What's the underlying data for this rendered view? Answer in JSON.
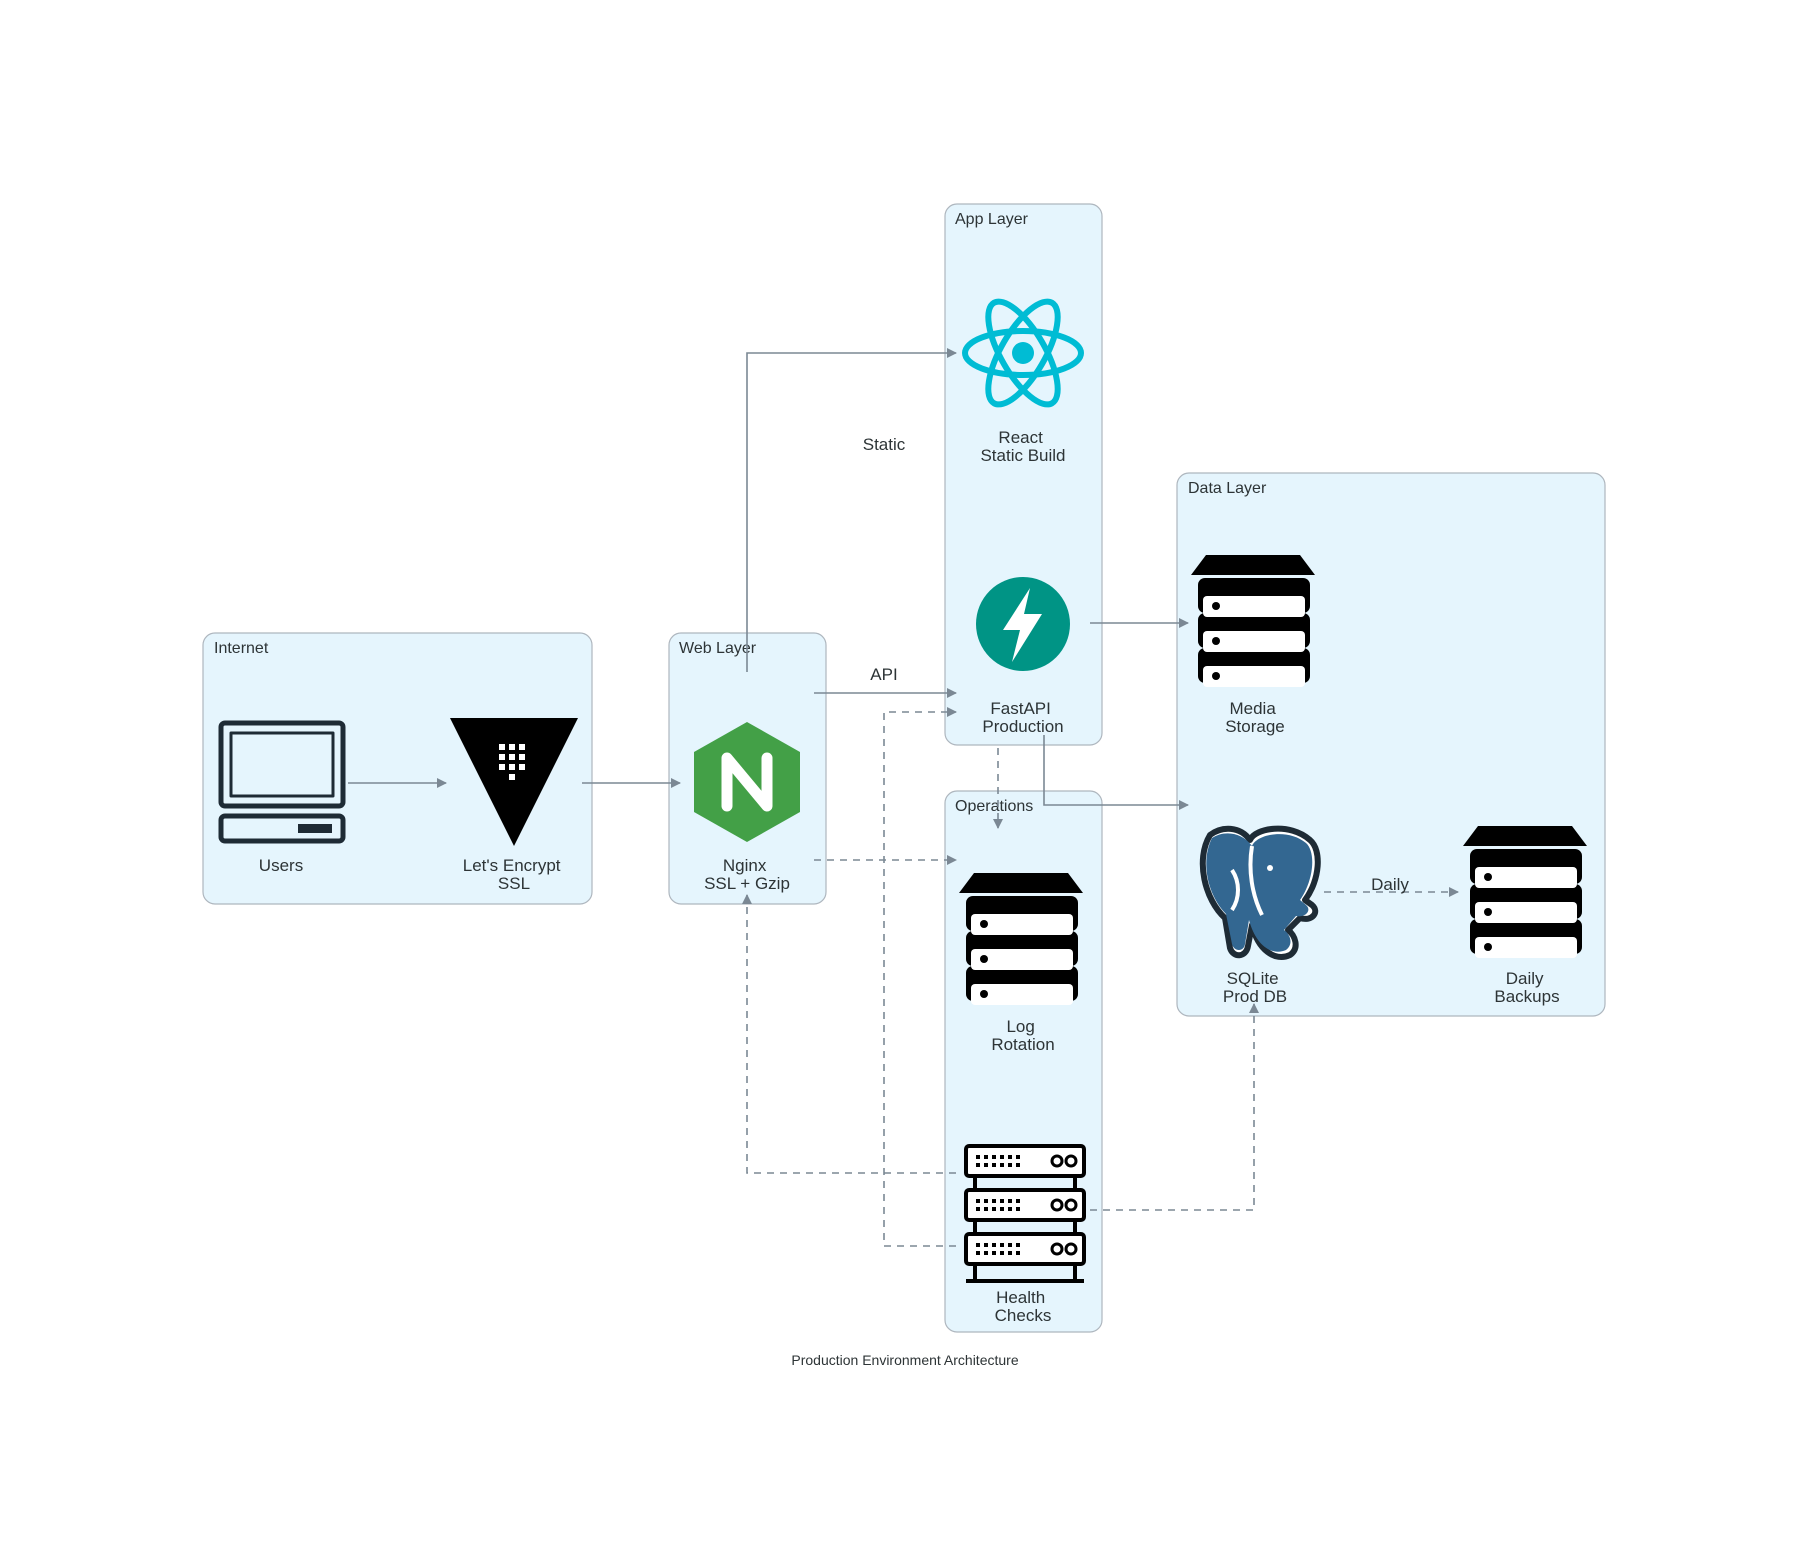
{
  "diagram": {
    "caption": "Production Environment Architecture",
    "clusters": {
      "internet": "Internet",
      "web": "Web Layer",
      "app": "App Layer",
      "data": "Data Layer",
      "operations": "Operations"
    },
    "nodes": {
      "users": {
        "label": [
          "Users"
        ],
        "icon": "laptop-icon"
      },
      "letsencrypt": {
        "label": [
          "Let's Encrypt",
          "SSL"
        ],
        "icon": "vault-triangle-icon"
      },
      "nginx": {
        "label": [
          "Nginx",
          "SSL + Gzip"
        ],
        "icon": "nginx-icon"
      },
      "react": {
        "label": [
          "React",
          "Static Build"
        ],
        "icon": "react-icon"
      },
      "fastapi": {
        "label": [
          "FastAPI",
          "Production"
        ],
        "icon": "fastapi-icon"
      },
      "media": {
        "label": [
          "Media",
          "Storage"
        ],
        "icon": "storage-icon"
      },
      "sqlite": {
        "label": [
          "SQLite",
          "Prod DB"
        ],
        "icon": "postgres-elephant-icon"
      },
      "backups": {
        "label": [
          "Daily",
          "Backups"
        ],
        "icon": "storage-icon"
      },
      "logs": {
        "label": [
          "Log",
          "Rotation"
        ],
        "icon": "storage-icon"
      },
      "health": {
        "label": [
          "Health",
          "Checks"
        ],
        "icon": "server-rack-icon"
      }
    },
    "edges": {
      "static": "Static",
      "api": "API",
      "daily": "Daily"
    },
    "colors": {
      "cluster_fill": "#e5f5fd",
      "cluster_border": "#aeb6be",
      "edge": "#7b8894",
      "react": "#00bcd4",
      "fastapi": "#009485",
      "nginx": "#43a047",
      "postgres": "#336791"
    }
  }
}
